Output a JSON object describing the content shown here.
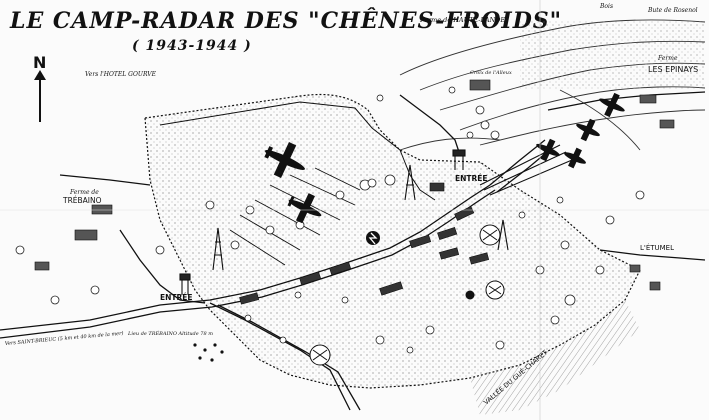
{
  "map": {
    "title": "LE CAMP-RADAR DES \"CHÊNES-FROIDS\"",
    "subtitle": "( 1943-1944 )",
    "north": "N",
    "places": {
      "hotel": "Vers l'HOTEL GOURVE",
      "haute_lande": "Ferme de HAUTE-LANDE",
      "bois": "Bois",
      "butte": "Bute de Rosenol",
      "epinays_prefix": "Ferme",
      "epinays": "LES EPINAYS",
      "entree_north": "ENTRÉE",
      "entree_west": "ENTRÉE",
      "trebaino_prefix": "Ferme de",
      "trebaino": "TRÉBAINO",
      "etumel": "L'ÉTUMEL",
      "vallee": "VALLÉE DU GUÉ-CHARET",
      "saint_brieuc": "Vers SAINT-BRIEUC (5 km et 40 km de la mer)",
      "lieu_dit": "Lieu de TRÉBAINO Altitude 78 m",
      "croix": "Croix de l'Alleux"
    },
    "colors": {
      "ink": "#111111",
      "paper": "#fbfbfb",
      "fill": "#d9d9d9"
    }
  }
}
